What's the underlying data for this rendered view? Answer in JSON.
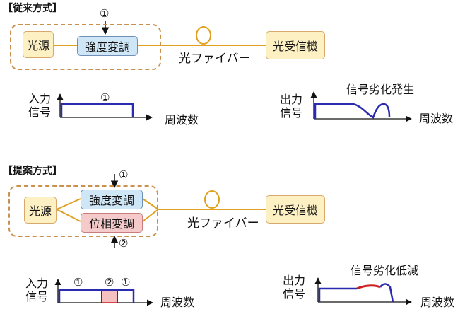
{
  "conventional": {
    "title": "【従来方式】",
    "light_source": "光源",
    "intensity_mod": "強度変調",
    "marker": "①",
    "fiber": "光ファイバー",
    "receiver": "光受信機",
    "input_label_1": "入力",
    "input_label_2": "信号",
    "input_marker": "①",
    "freq_label_in": "周波数",
    "output_label_1": "出力",
    "output_label_2": "信号",
    "output_note": "信号劣化発生",
    "freq_label_out": "周波数"
  },
  "proposed": {
    "title": "【提案方式】",
    "light_source": "光源",
    "intensity_mod": "強度変調",
    "phase_mod": "位相変調",
    "marker_top": "①",
    "marker_bottom": "②",
    "fiber": "光ファイバー",
    "receiver": "光受信機",
    "input_label_1": "入力",
    "input_label_2": "信号",
    "input_marker_1": "①",
    "input_marker_2": "②",
    "input_marker_3": "①",
    "freq_label_in": "周波数",
    "output_label_1": "出力",
    "output_label_2": "信号",
    "output_note": "信号劣化低減",
    "freq_label_out": "周波数"
  },
  "colors": {
    "signal": "#2b2bb0",
    "degradation": "#cc2020",
    "fiber": "#e0a020",
    "dashed_border": "#c9904e",
    "box_yellow": "#fdf1c4",
    "box_blue": "#cfe6f7",
    "box_pink": "#f5caca"
  }
}
